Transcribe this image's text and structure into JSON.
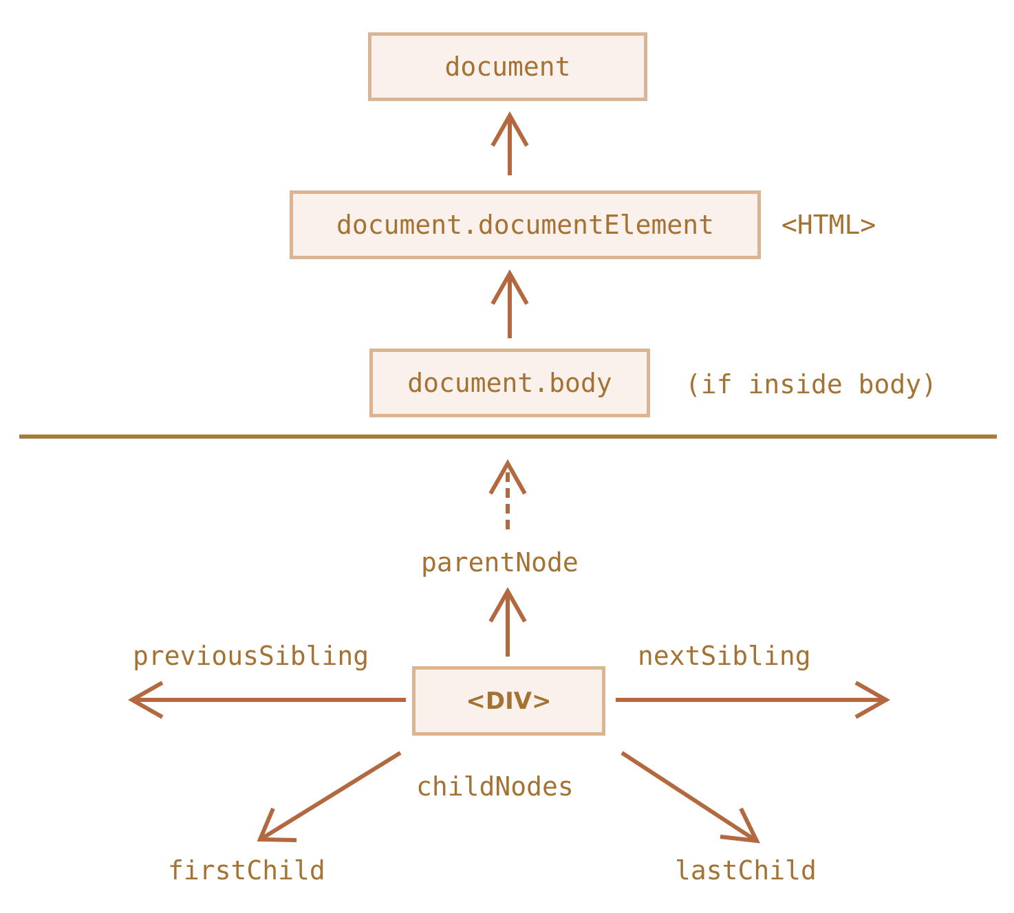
{
  "nodes": {
    "document": "document",
    "document_element": "document.documentElement",
    "body": "document.body",
    "div": "<DIV>"
  },
  "notes": {
    "html_tag": "<HTML>",
    "if_inside_body": "(if inside body)"
  },
  "links": {
    "parent_node": "parentNode",
    "previous_sibling": "previousSibling",
    "next_sibling": "nextSibling",
    "child_nodes": "childNodes",
    "first_child": "firstChild",
    "last_child": "lastChild"
  },
  "colors": {
    "box_fill": "#faf1ec",
    "box_border": "#dbb494",
    "text": "#a47233",
    "arrow": "#b4683f",
    "divider": "#a77a3e"
  }
}
